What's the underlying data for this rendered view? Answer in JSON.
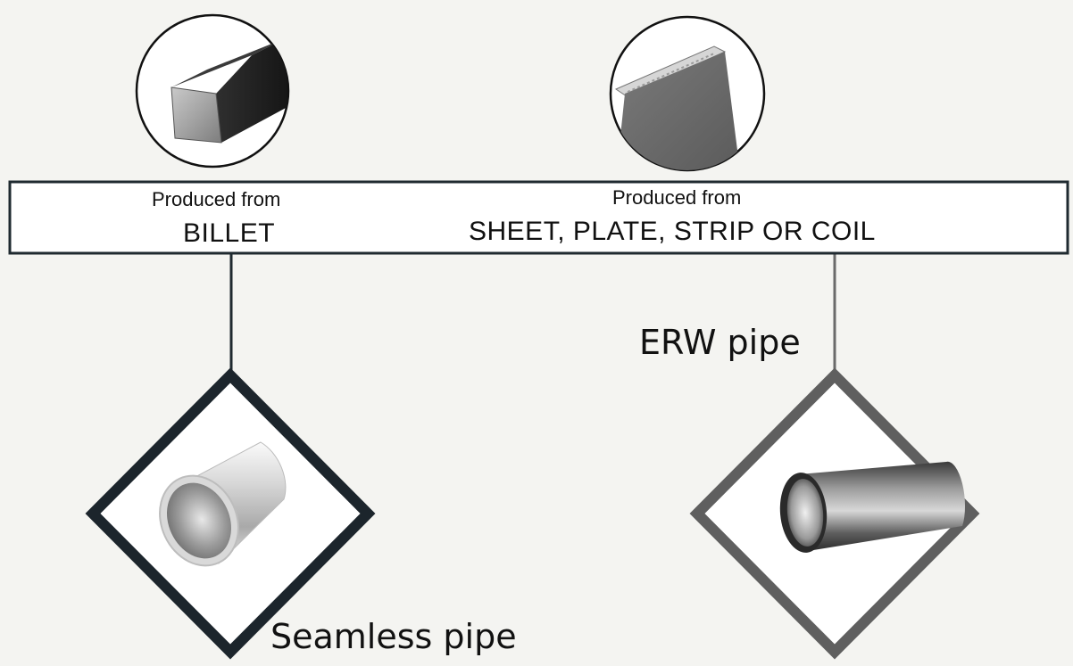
{
  "banner": {
    "left": {
      "produced": "Produced from",
      "source": "BILLET"
    },
    "right": {
      "produced": "Produced from",
      "source": "SHEET, PLATE, STRIP OR COIL"
    }
  },
  "pipes": {
    "seamless": {
      "label": "Seamless pipe"
    },
    "erw": {
      "label": "ERW pipe"
    }
  },
  "colors": {
    "background": "#f4f4f1",
    "outline": "#1f2a30",
    "diamond_left": "#1c252c",
    "diamond_right": "#5f5f5f",
    "connector_right": "#6a6a6a"
  },
  "icons": {
    "billet": "square-billet-icon",
    "sheet": "steel-sheet-icon",
    "seamless_pipe": "seamless-pipe-icon",
    "erw_pipe": "erw-pipe-icon"
  }
}
